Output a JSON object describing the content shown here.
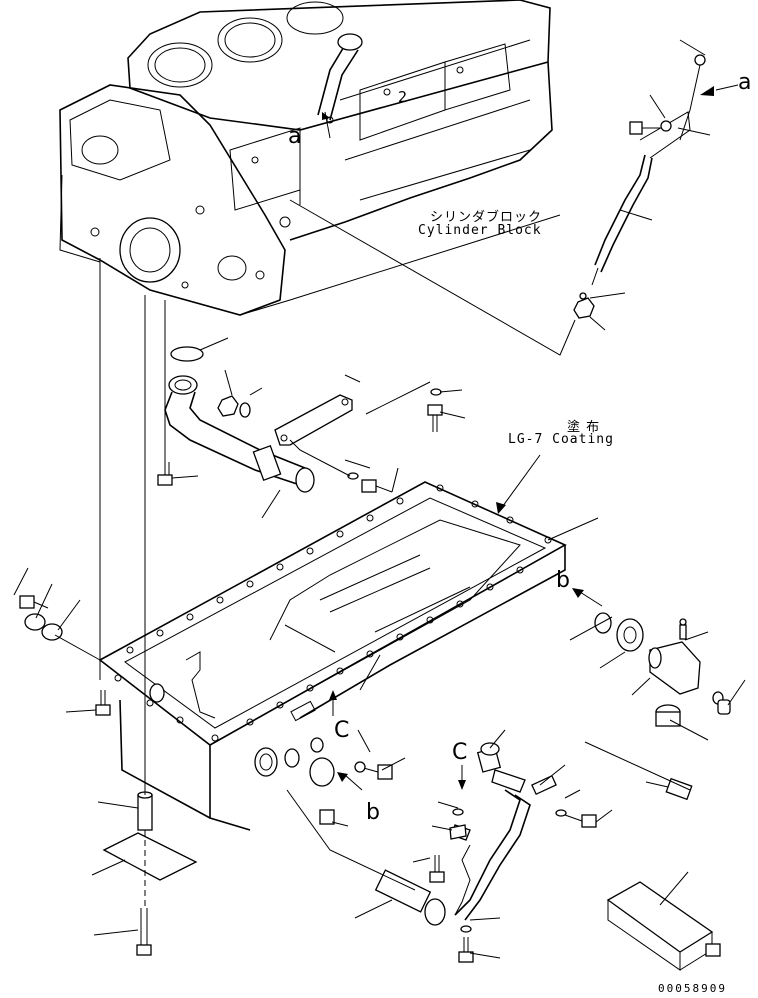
{
  "labels": {
    "cylinder_block_jp": "シリンダブロック",
    "cylinder_block_en": "Cylinder Block",
    "coating_jp": "塗 布",
    "coating_en": "LG-7 Coating",
    "ref_a_left": "a",
    "ref_a_right": "a",
    "ref_b_right": "b",
    "ref_b_lower": "b",
    "ref_c_left": "C",
    "ref_c_right": "C",
    "callout_digit": "2",
    "figure_number": "00058909"
  },
  "parts": [
    "cylinder-block",
    "dipstick",
    "dipstick-guide-tube",
    "bolt",
    "washer",
    "o-ring",
    "nut",
    "suction-tube",
    "bracket",
    "gasket",
    "bolt",
    "oil-pan",
    "o-ring",
    "drain-plug",
    "elbow",
    "plug",
    "pipe",
    "hose",
    "clamp",
    "bracket",
    "plug",
    "bolt",
    "washer",
    "spacer",
    "plate",
    "bolt",
    "heater"
  ]
}
